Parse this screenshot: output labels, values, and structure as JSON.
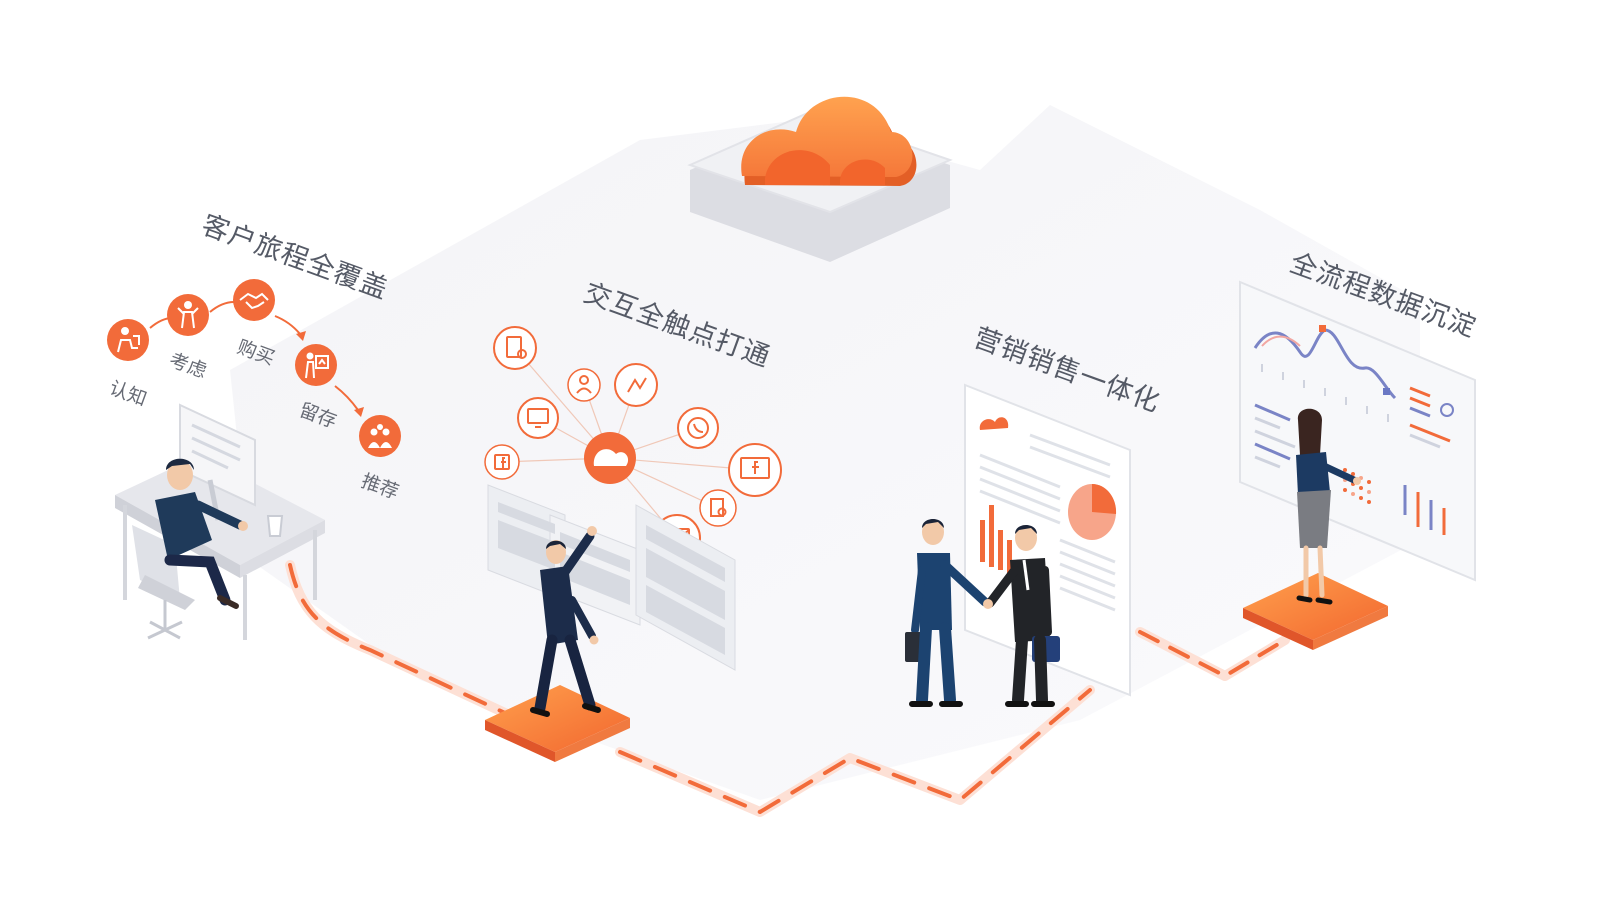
{
  "sections": {
    "journey": {
      "title": "客户旅程全覆盖"
    },
    "touchpoints": {
      "title": "交互全触点打通"
    },
    "sales": {
      "title": "营销销售一体化"
    },
    "data": {
      "title": "全流程数据沉淀"
    }
  },
  "journey_stages": [
    {
      "label": "认知",
      "icon": "awareness-person-icon"
    },
    {
      "label": "考虑",
      "icon": "thinking-person-icon"
    },
    {
      "label": "购买",
      "icon": "handshake-icon"
    },
    {
      "label": "留存",
      "icon": "presentation-person-icon"
    },
    {
      "label": "推荐",
      "icon": "group-share-icon"
    }
  ],
  "touchpoint_icons": [
    "document-gear-icon",
    "customer-service-icon",
    "messenger-icon",
    "whatsapp-icon",
    "monitor-icon",
    "facebook-icon",
    "facebook-monitor-icon",
    "document-settings-icon",
    "email-icon"
  ],
  "colors": {
    "accent": "#f26b3a",
    "accent_light": "#ff9a4d",
    "platform_gray": "#eeeff3",
    "navy": "#1c3558",
    "text_gray": "#555a66"
  }
}
